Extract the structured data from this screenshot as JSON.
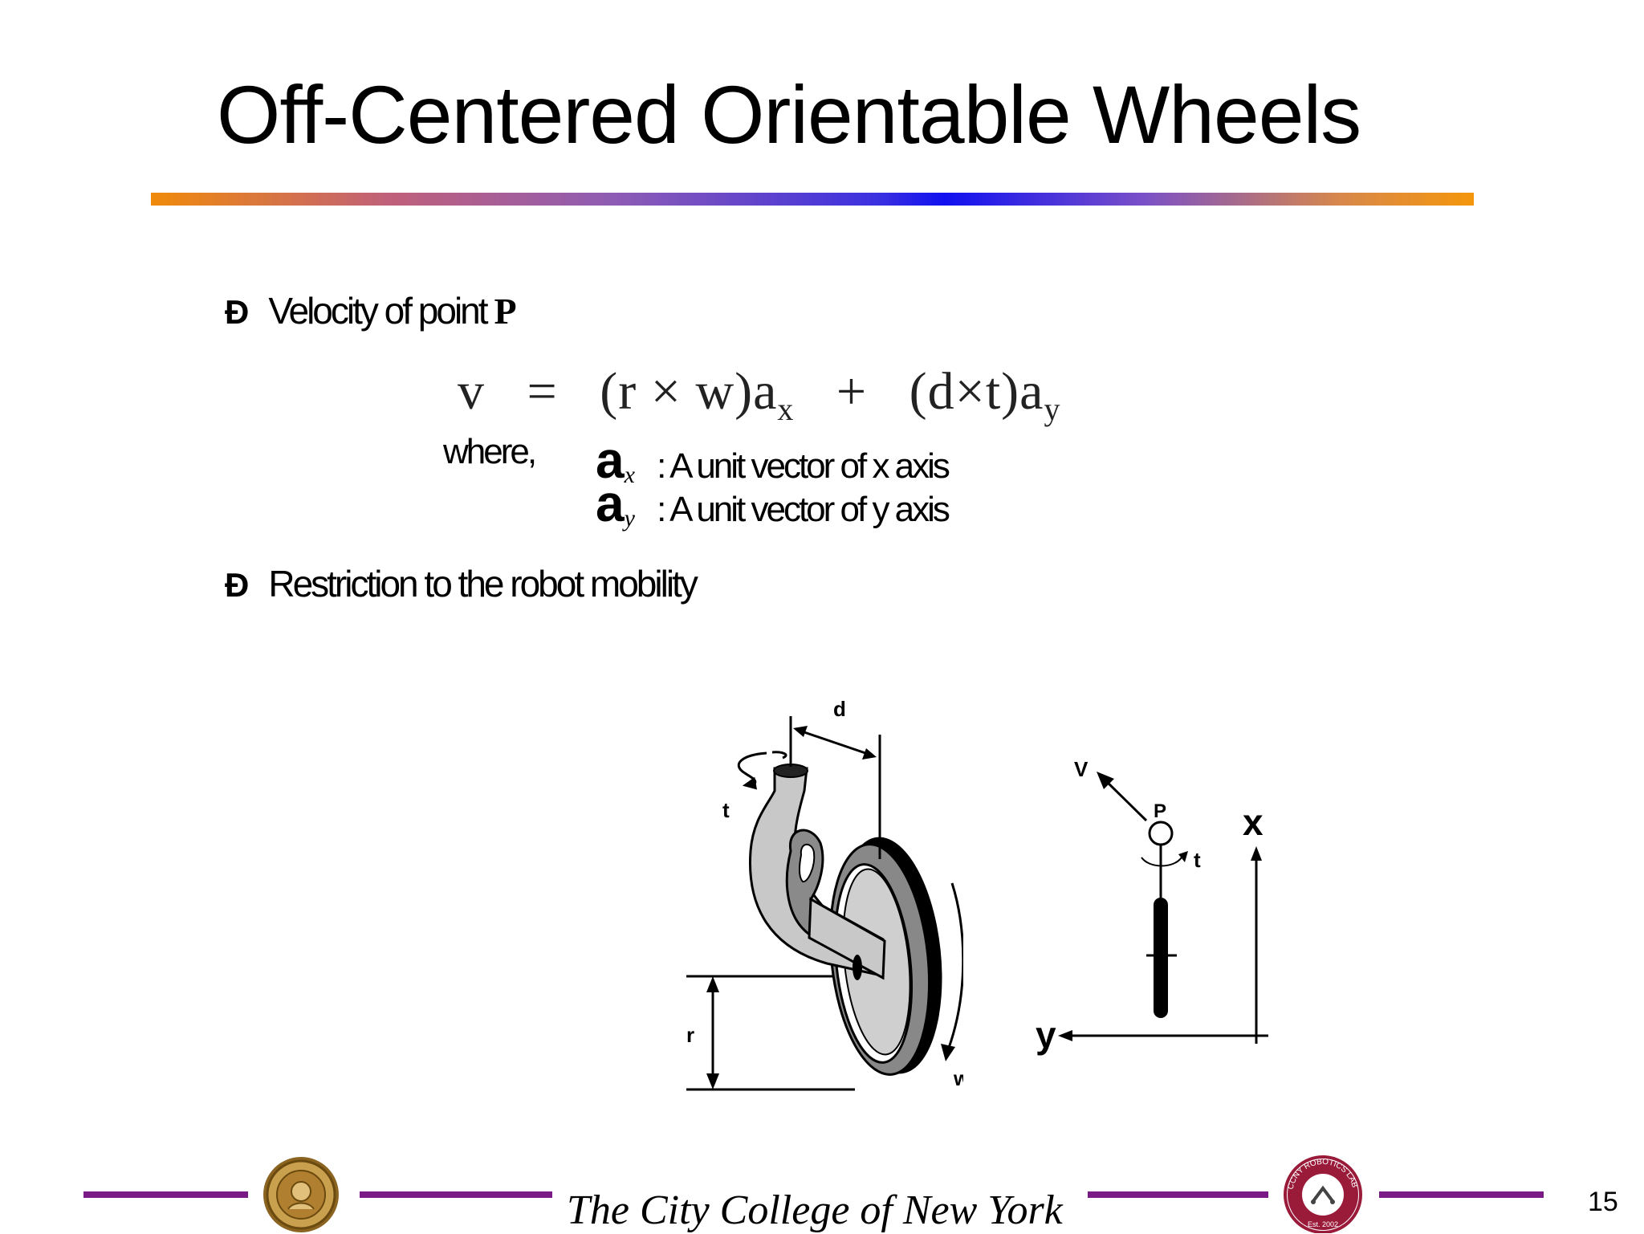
{
  "slide": {
    "title": "Off-Centered Orientable Wheels",
    "bullet_mark": "Ð",
    "bullet1": {
      "text": "Velocity of point",
      "point": "P"
    },
    "equation": {
      "lhs": "v",
      "equals": "=",
      "term1": "(r",
      "times1": "×",
      "term1b": "w)a",
      "sub1": "x",
      "plus": "+",
      "term2": "(d",
      "times2": "×",
      "term2b": "t)a",
      "sub2": "y"
    },
    "where": {
      "label": "where,",
      "rows": [
        {
          "symbol": "a",
          "sub": "x",
          "text": ": A unit vector of  x axis"
        },
        {
          "symbol": "a",
          "sub": "y",
          "text": ": A unit vector of  y axis"
        }
      ]
    },
    "bullet2": "Restriction to the robot mobility",
    "figure": {
      "wheel_labels": {
        "d": "d",
        "t": "t",
        "r": "r",
        "w": "w"
      },
      "plan_labels": {
        "v": "V",
        "p": "P",
        "t": "t",
        "x": "x",
        "y": "y"
      }
    }
  },
  "footer": {
    "college": "The City College of New York",
    "page_number": "15",
    "left_seal_icon": "ccny-seal-icon",
    "right_logo_icon": "ccny-robotics-lab-logo-icon",
    "right_logo_text": "CCNY ROBOTICS LAB",
    "right_logo_est": "Est. 2002"
  },
  "colors": {
    "footer_line": "#7a1a86",
    "title_rule_orange": "#f08a0a",
    "title_rule_blue": "#1010f0"
  }
}
